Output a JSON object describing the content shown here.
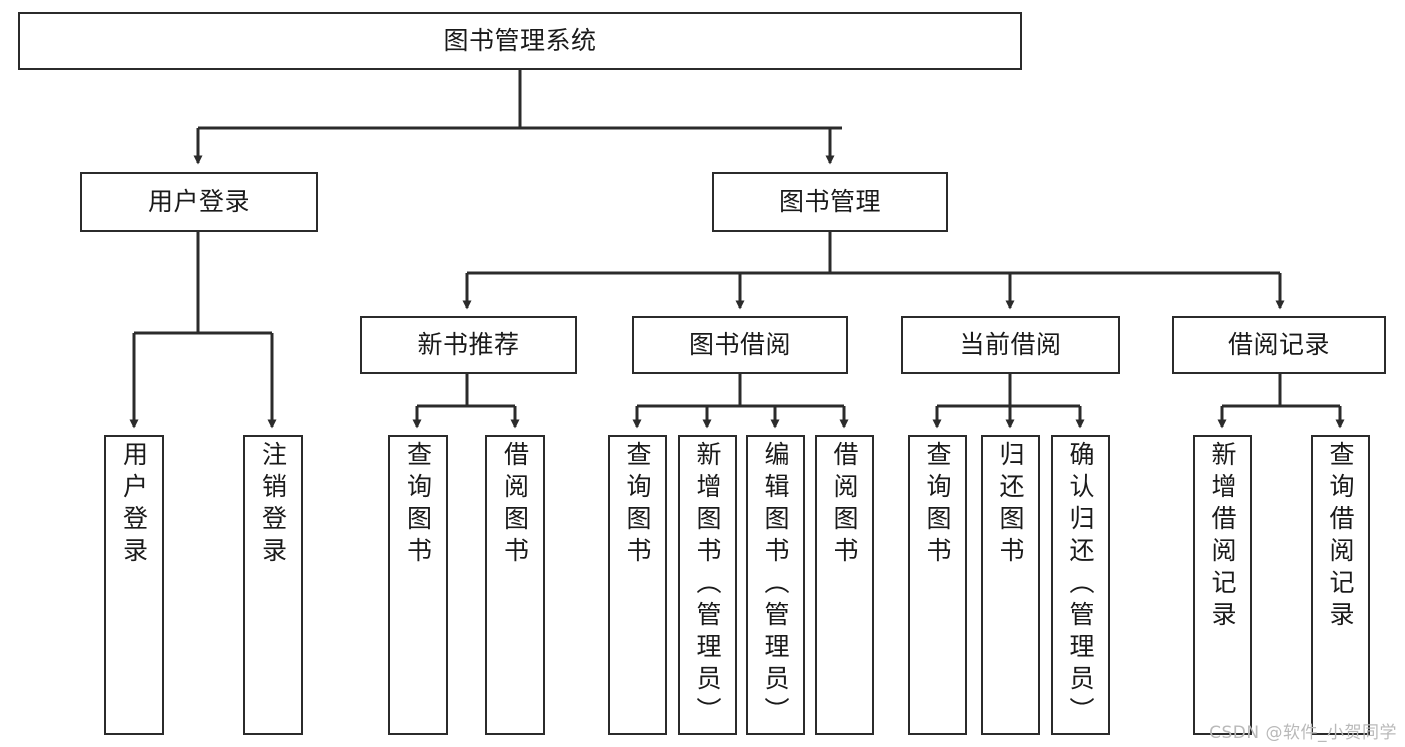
{
  "diagram": {
    "title": "图书管理系统",
    "type": "tree-hierarchy",
    "watermark": "CSDN @软件_小贺同学",
    "colors": {
      "stroke": "#2b2b2b",
      "fill": "#ffffff",
      "text": "#1a1a1a",
      "watermark": "#b9b9b9"
    },
    "levels": {
      "root": {
        "label": "图书管理系统"
      },
      "level1": [
        {
          "id": "user-login",
          "label": "用户登录"
        },
        {
          "id": "book-manage",
          "label": "图书管理"
        }
      ],
      "level2": [
        {
          "id": "new-book-recommend",
          "label": "新书推荐"
        },
        {
          "id": "book-borrow",
          "label": "图书借阅"
        },
        {
          "id": "current-borrow",
          "label": "当前借阅"
        },
        {
          "id": "borrow-record",
          "label": "借阅记录"
        }
      ],
      "leaves": {
        "user_login": [
          {
            "id": "leaf-user-login",
            "label": "用户登录"
          },
          {
            "id": "leaf-logout",
            "label": "注销登录"
          }
        ],
        "new_book_recommend": [
          {
            "id": "leaf-query-book-1",
            "label": "查询图书"
          },
          {
            "id": "leaf-borrow-book-1",
            "label": "借阅图书"
          }
        ],
        "book_borrow": [
          {
            "id": "leaf-query-book-2",
            "label": "查询图书"
          },
          {
            "id": "leaf-add-book",
            "label": "新增图书（管理员）"
          },
          {
            "id": "leaf-edit-book",
            "label": "编辑图书（管理员）"
          },
          {
            "id": "leaf-borrow-book-2",
            "label": "借阅图书"
          }
        ],
        "current_borrow": [
          {
            "id": "leaf-query-book-3",
            "label": "查询图书"
          },
          {
            "id": "leaf-return-book",
            "label": "归还图书"
          },
          {
            "id": "leaf-confirm-return",
            "label": "确认归还（管理员）"
          }
        ],
        "borrow_record": [
          {
            "id": "leaf-add-record",
            "label": "新增借阅记录"
          },
          {
            "id": "leaf-query-record",
            "label": "查询借阅记录"
          }
        ]
      }
    }
  }
}
